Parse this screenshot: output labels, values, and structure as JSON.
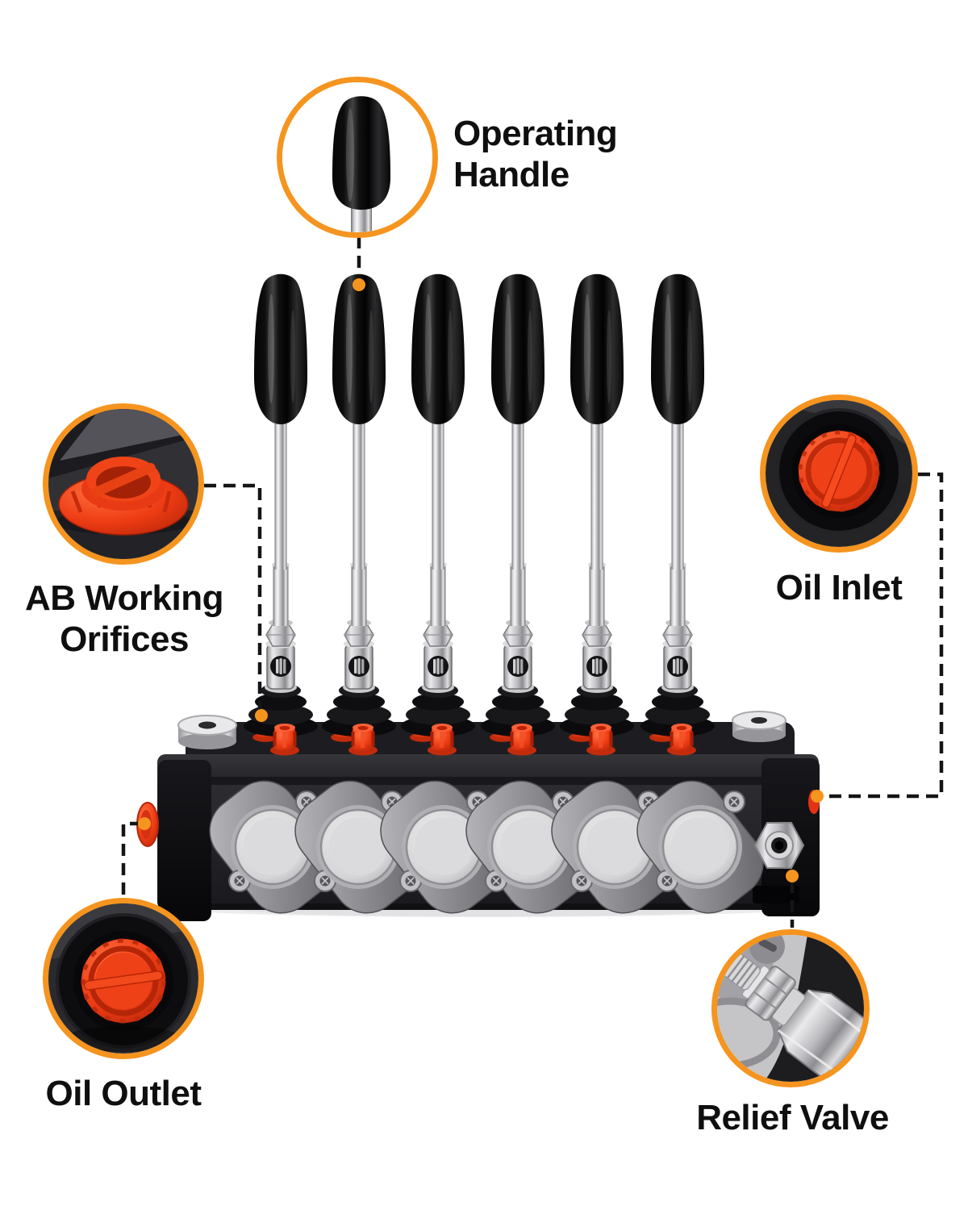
{
  "style": {
    "accent_orange": "#F5941F",
    "plug_red": "#EE3C14",
    "connector_line": "#151515",
    "text_color": "#0F0F0F",
    "background": "#FFFFFF"
  },
  "product": {
    "lever_count": 6
  },
  "callouts": [
    {
      "id": "operating-handle",
      "label": "Operating Handle"
    },
    {
      "id": "ab-working-orifices",
      "label": "AB Working Orifices"
    },
    {
      "id": "oil-inlet",
      "label": "Oil Inlet"
    },
    {
      "id": "oil-outlet",
      "label": "Oil Outlet"
    },
    {
      "id": "relief-valve",
      "label": "Relief Valve"
    }
  ]
}
